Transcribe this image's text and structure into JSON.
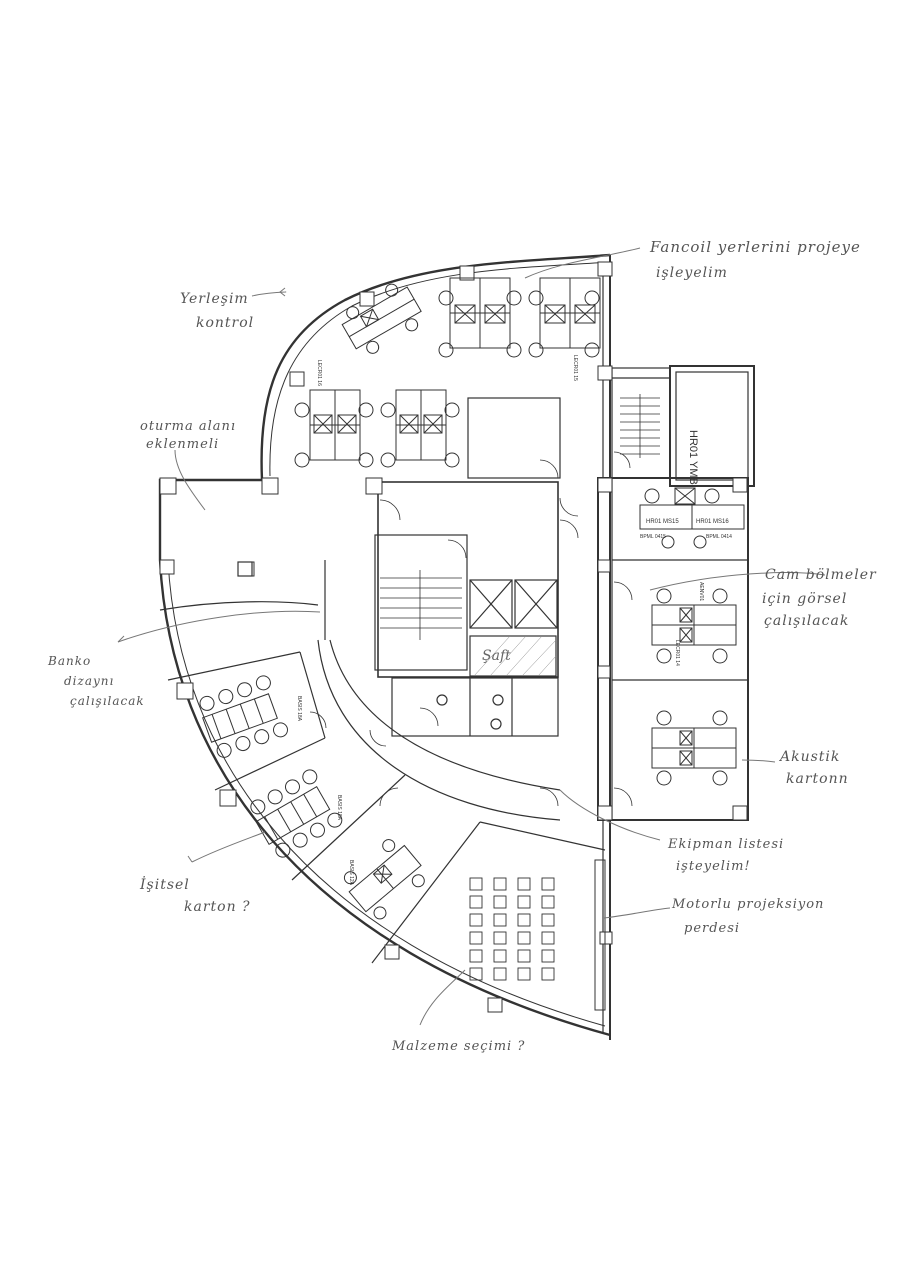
{
  "notes": {
    "fancoil_1": "Fancoil yerlerini projeye",
    "fancoil_2": "işleyelim",
    "yerlesim_1": "Yerleşim",
    "yerlesim_2": "kontrol",
    "oturma_1": "oturma alanı",
    "oturma_2": "eklenmeli",
    "banko_1": "Banko",
    "banko_2": "dizaynı",
    "banko_3": "çalışılacak",
    "cam_1": "Cam bölmeler",
    "cam_2": "için görsel",
    "cam_3": "çalışılacak",
    "akustik_1": "Akustik",
    "akustik_2": "kartonn",
    "ekipman_1": "Ekipman listesi",
    "ekipman_2": "işteyelim!",
    "isitsal_1": "İşitsel",
    "isitsal_2": "karton ?",
    "motorlu_1": "Motorlu projeksiyon",
    "motorlu_2": "perdesi",
    "malzeme": "Malzeme seçimi ?"
  },
  "plan": {
    "shaft": "Şaft",
    "hr01_ymb": "HR01 YMB",
    "hr01_ms15": "HR01 MS15",
    "hr01_ms16": "HR01 MS16",
    "bpml_0415": "BPML 0415",
    "bpml_0414": "BPML 0414",
    "basis_18a": "BASIS 18A",
    "basis_12a": "BASIS 12A",
    "lecr01_16": "LECR01 16",
    "lecr01_15": "LECR01 15",
    "lecr01_14": "LECR01 14",
    "aenv01": "AENV01"
  }
}
